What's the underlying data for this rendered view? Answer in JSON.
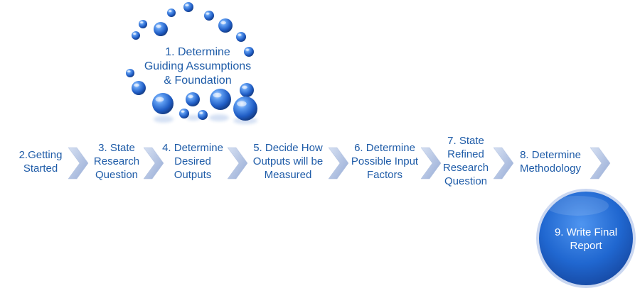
{
  "steps": [
    {
      "label": "1. Determine\nGuiding Assumptions\n& Foundation"
    },
    {
      "label": "2.Getting\nStarted"
    },
    {
      "label": "3. State\nResearch\nQuestion"
    },
    {
      "label": "4. Determine\nDesired\nOutputs"
    },
    {
      "label": "5. Decide How\nOutputs will be\nMeasured"
    },
    {
      "label": "6. Determine\nPossible Input\nFactors"
    },
    {
      "label": "7. State\nRefined\nResearch\nQuestion"
    },
    {
      "label": "8. Determine\nMethodology"
    },
    {
      "label": "9. Write Final\nReport"
    }
  ],
  "colors": {
    "text": "#1f5ca8",
    "bubble": "#2e74d6",
    "chevron": "#b3c4e6",
    "final_circle": "#1e63c8"
  }
}
